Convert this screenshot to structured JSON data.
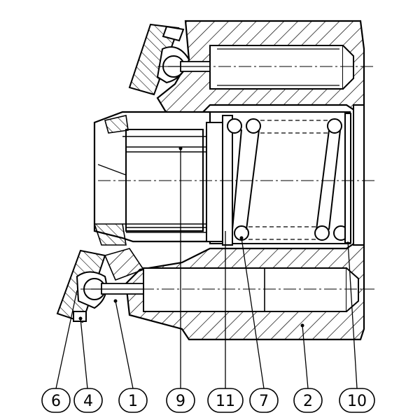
{
  "drawing": {
    "colors": {
      "ink": "#000000",
      "paper": "#ffffff"
    },
    "callouts": [
      {
        "id": "c6",
        "text": "6"
      },
      {
        "id": "c4",
        "text": "4"
      },
      {
        "id": "c1",
        "text": "1"
      },
      {
        "id": "c9",
        "text": "9"
      },
      {
        "id": "c11",
        "text": "11"
      },
      {
        "id": "c7",
        "text": "7"
      },
      {
        "id": "c2",
        "text": "2"
      },
      {
        "id": "c10",
        "text": "10"
      }
    ]
  }
}
